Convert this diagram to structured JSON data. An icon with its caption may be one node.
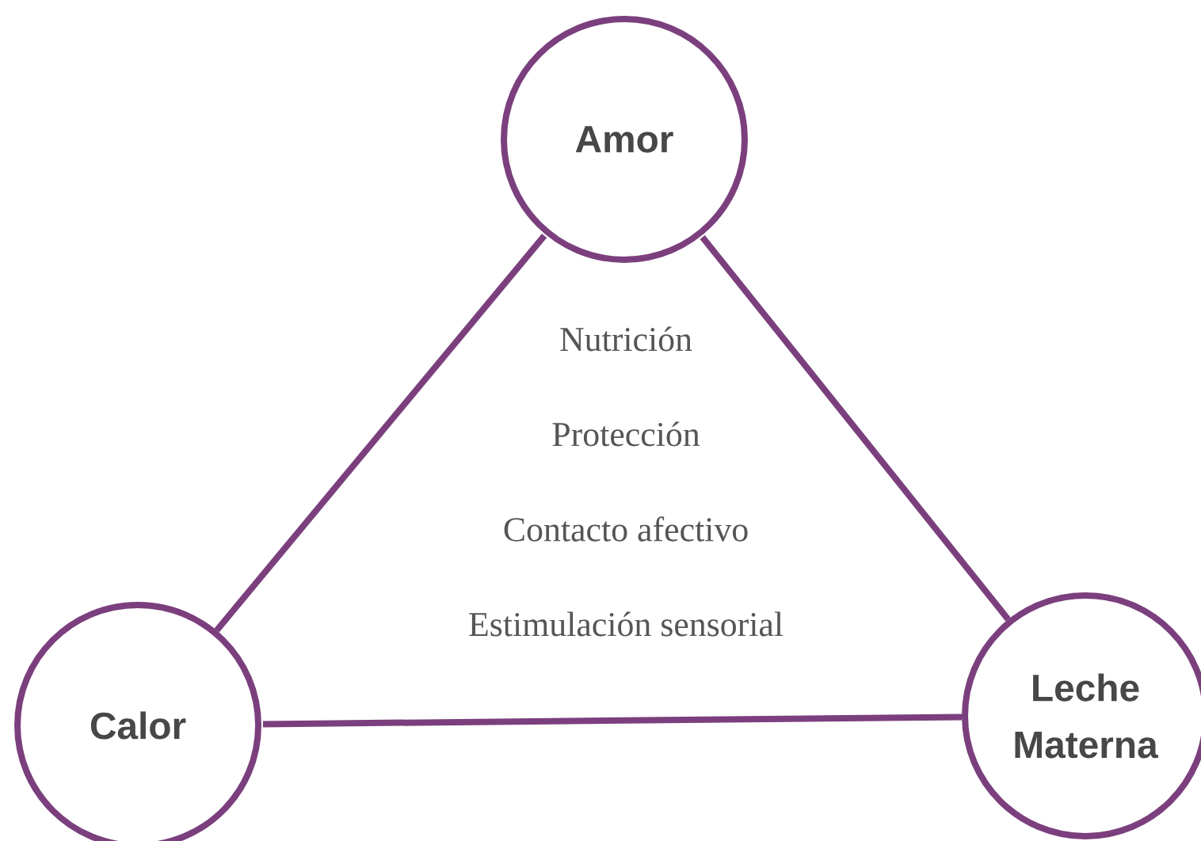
{
  "diagram": {
    "nodes": [
      {
        "text": [
          "Amor"
        ]
      },
      {
        "text": [
          "Calor"
        ]
      },
      {
        "text": [
          "Leche Materna"
        ]
      }
    ],
    "edges": [
      {
        "from": 0,
        "to": 1,
        "arrow": "none"
      },
      {
        "from": 0,
        "to": 2,
        "arrow": "none"
      },
      {
        "from": 1,
        "to": 2,
        "arrow": "none"
      }
    ],
    "labels": [
      "Nutrición",
      "Protección",
      "Contacto afectivo",
      "Estimulación sensorial"
    ]
  }
}
